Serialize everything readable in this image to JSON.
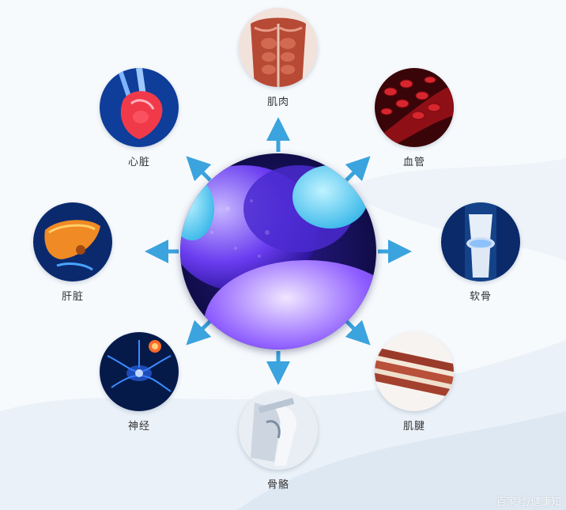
{
  "center": {
    "icon": "stem-cell-icon"
  },
  "nodes": [
    {
      "id": "muscle",
      "label": "肌肉",
      "icon": "muscle-icon"
    },
    {
      "id": "vessel",
      "label": "血管",
      "icon": "blood-vessel-icon"
    },
    {
      "id": "cartilage",
      "label": "软骨",
      "icon": "cartilage-icon"
    },
    {
      "id": "tendon",
      "label": "肌腱",
      "icon": "tendon-icon"
    },
    {
      "id": "bone",
      "label": "骨骼",
      "icon": "bone-icon"
    },
    {
      "id": "nerve",
      "label": "神经",
      "icon": "nerve-icon"
    },
    {
      "id": "liver",
      "label": "肝脏",
      "icon": "liver-icon"
    },
    {
      "id": "heart",
      "label": "心脏",
      "icon": "heart-icon"
    }
  ],
  "watermark": "百家号/健康知"
}
